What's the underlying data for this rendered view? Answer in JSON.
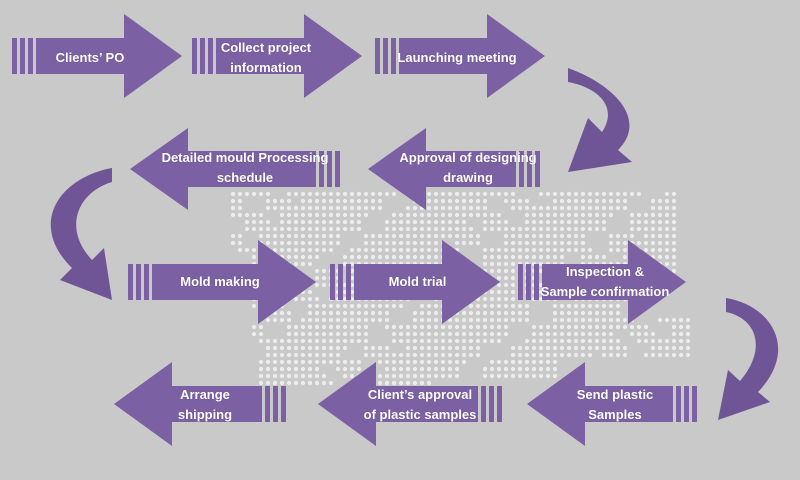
{
  "colors": {
    "background": "#c9c9c9",
    "arrow": "#7b60a3",
    "connector": "#6f5596",
    "map_dots": "#ededed",
    "text": "#ffffff"
  },
  "steps": [
    {
      "id": "clients-po",
      "label": "Clients’ PO",
      "direction": "right"
    },
    {
      "id": "collect-info",
      "label": "Collect project\ninformation",
      "direction": "right"
    },
    {
      "id": "launching",
      "label": "Launching meeting",
      "direction": "right"
    },
    {
      "id": "approval-drawing",
      "label": "Approval of designing\ndrawing",
      "direction": "left"
    },
    {
      "id": "processing-schedule",
      "label": "Detailed mould Processing\nschedule",
      "direction": "left"
    },
    {
      "id": "mold-making",
      "label": "Mold making",
      "direction": "right"
    },
    {
      "id": "mold-trial",
      "label": "Mold trial",
      "direction": "right"
    },
    {
      "id": "inspection",
      "label": "Inspection &\nSample confirmation",
      "direction": "right"
    },
    {
      "id": "send-samples",
      "label": "Send plastic\nSamples",
      "direction": "left"
    },
    {
      "id": "client-approval",
      "label": "Client’s approval\nof plastic samples",
      "direction": "left"
    },
    {
      "id": "arrange-shipping",
      "label": "Arrange\nshipping",
      "direction": "left"
    }
  ]
}
